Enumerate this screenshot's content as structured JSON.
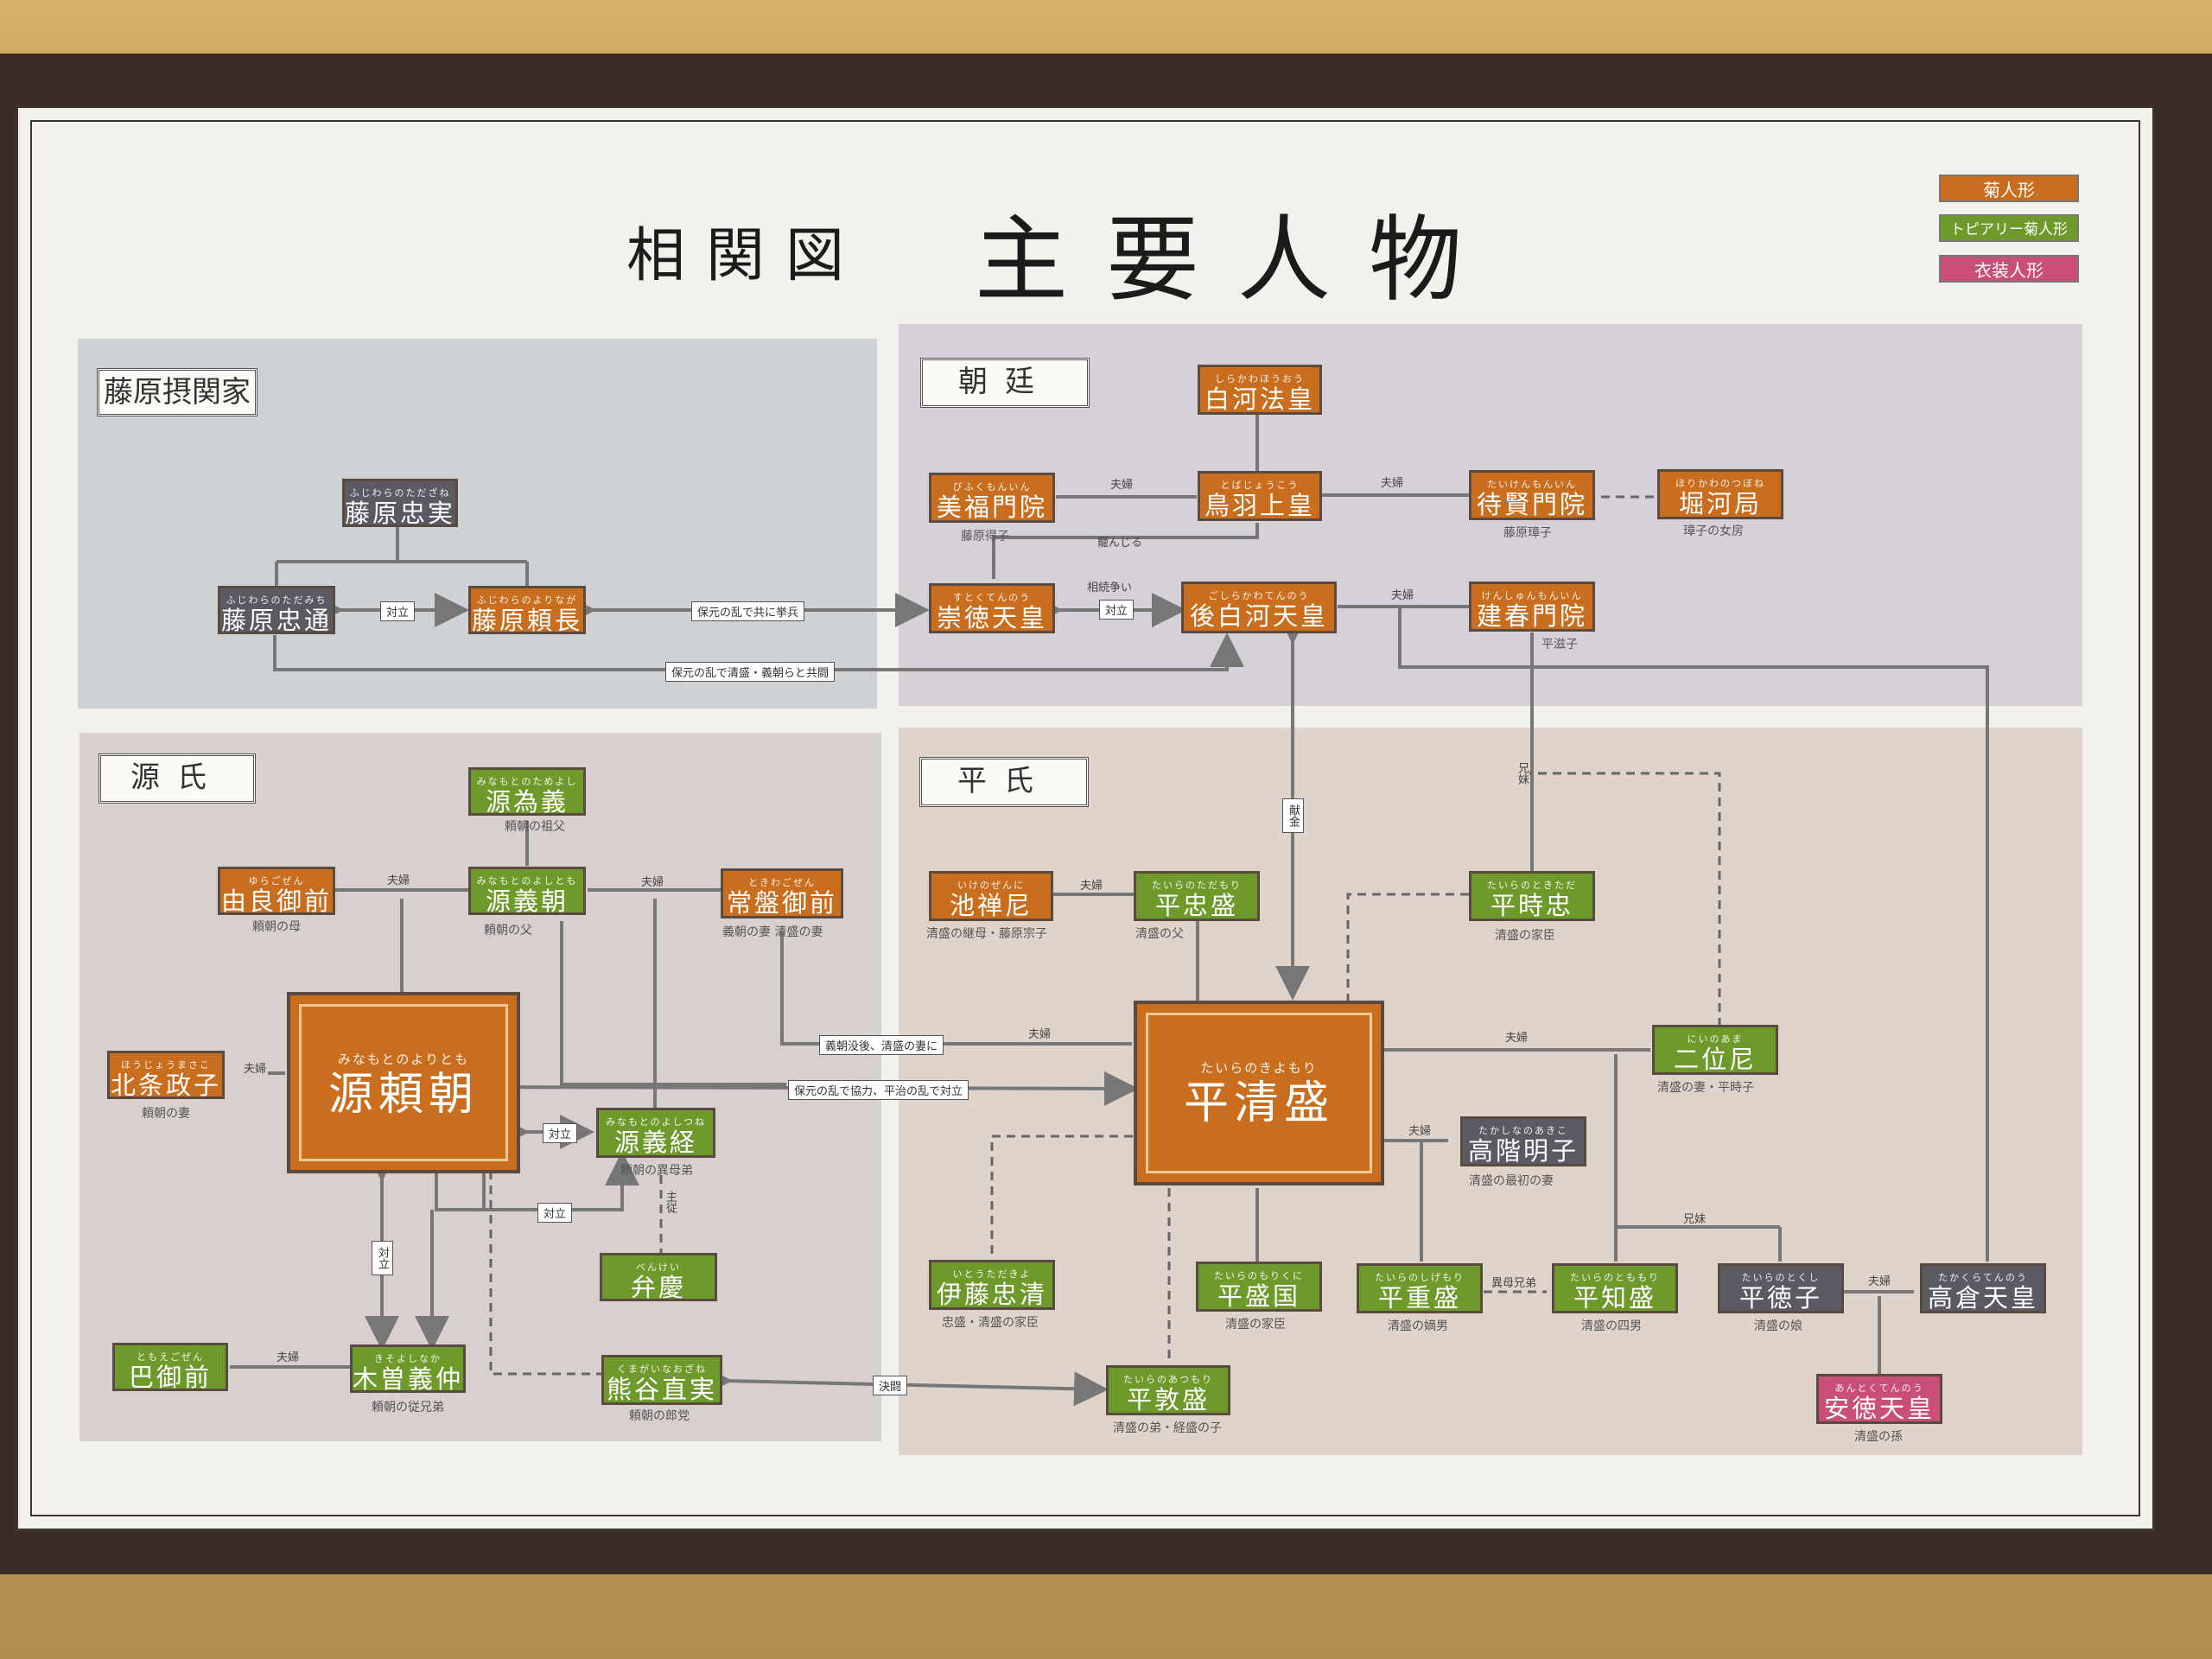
{
  "title": {
    "small": "相関図",
    "main": "主要人物"
  },
  "legend": [
    {
      "label": "菊人形",
      "color": "#c96d1e"
    },
    {
      "label": "トピアリー菊人形",
      "color": "#6e9a2c"
    },
    {
      "label": "衣装人形",
      "color": "#c94f79"
    }
  ],
  "sections": {
    "fujiwara": "藤原摂関家",
    "court": "朝廷",
    "minamoto": "源氏",
    "taira": "平氏"
  },
  "nodes": {
    "tadazane": {
      "ruby": "ふじわらのただざね",
      "name": "藤原忠実"
    },
    "tadamichi": {
      "ruby": "ふじわらのただみち",
      "name": "藤原忠通"
    },
    "yorinaga": {
      "ruby": "ふじわらのよりなが",
      "name": "藤原頼長"
    },
    "shirakawa": {
      "ruby": "しらかわほうおう",
      "name": "白河法皇"
    },
    "bifukumonin": {
      "ruby": "びふくもんいん",
      "name": "美福門院",
      "caption": "藤原得子"
    },
    "toba": {
      "ruby": "とばじょうこう",
      "name": "鳥羽上皇"
    },
    "taikenmonin": {
      "ruby": "たいけんもんいん",
      "name": "待賢門院",
      "caption": "藤原璋子"
    },
    "horikawa": {
      "ruby": "ほりかわのつぼね",
      "name": "堀河局",
      "caption": "璋子の女房"
    },
    "sutoku": {
      "ruby": "すとくてんのう",
      "name": "崇徳天皇"
    },
    "goshirakawa": {
      "ruby": "ごしらかわてんのう",
      "name": "後白河天皇"
    },
    "kenshunmonin": {
      "ruby": "けんしゅんもんいん",
      "name": "建春門院",
      "caption": "平滋子"
    },
    "tametomo": {
      "ruby": "みなもとのためよし",
      "name": "源為義",
      "caption": "頼朝の祖父"
    },
    "yuragozen": {
      "ruby": "ゆらごぜん",
      "name": "由良御前",
      "caption": "頼朝の母"
    },
    "yoshitomo": {
      "ruby": "みなもとのよしとも",
      "name": "源義朝",
      "caption": "頼朝の父"
    },
    "tokiwa": {
      "ruby": "ときわごぜん",
      "name": "常盤御前",
      "caption": "義朝の妻  清盛の妻"
    },
    "yoritomo": {
      "ruby": "みなもとのよりとも",
      "name": "源頼朝"
    },
    "masako": {
      "ruby": "ほうじょうまさこ",
      "name": "北条政子",
      "caption": "頼朝の妻"
    },
    "yoshitsune": {
      "ruby": "みなもとのよしつね",
      "name": "源義経",
      "caption": "頼朝の異母弟"
    },
    "benkei": {
      "ruby": "べんけい",
      "name": "弁慶"
    },
    "tomoe": {
      "ruby": "ともえごぜん",
      "name": "巴御前"
    },
    "yoshinaka": {
      "ruby": "きそよしなか",
      "name": "木曽義仲",
      "caption": "頼朝の従兄弟"
    },
    "kumagai": {
      "ruby": "くまがいなおざね",
      "name": "熊谷直実",
      "caption": "頼朝の郎党"
    },
    "ikenozenni": {
      "ruby": "いけのぜんに",
      "name": "池禅尼",
      "caption": "清盛の継母・藤原宗子"
    },
    "tadamori": {
      "ruby": "たいらのただもり",
      "name": "平忠盛",
      "caption": "清盛の父"
    },
    "tokitada": {
      "ruby": "たいらのときただ",
      "name": "平時忠",
      "caption": "清盛の家臣"
    },
    "kiyomori": {
      "ruby": "たいらのきよもり",
      "name": "平清盛"
    },
    "niinoama": {
      "ruby": "にいのあま",
      "name": "二位尼",
      "caption": "清盛の妻・平時子"
    },
    "akiko": {
      "ruby": "たかしなのあきこ",
      "name": "高階明子",
      "caption": "清盛の最初の妻"
    },
    "tadakiyo": {
      "ruby": "いとうただきよ",
      "name": "伊藤忠清",
      "caption": "忠盛・清盛の家臣"
    },
    "morikuni": {
      "ruby": "たいらのもりくに",
      "name": "平盛国",
      "caption": "清盛の家臣"
    },
    "shigemori": {
      "ruby": "たいらのしげもり",
      "name": "平重盛",
      "caption": "清盛の嫡男"
    },
    "tomomori": {
      "ruby": "たいらのとももり",
      "name": "平知盛",
      "caption": "清盛の四男"
    },
    "tokuko": {
      "ruby": "たいらのとくし",
      "name": "平徳子",
      "caption": "清盛の娘"
    },
    "takakura": {
      "ruby": "たかくらてんのう",
      "name": "高倉天皇"
    },
    "antoku": {
      "ruby": "あんとくてんのう",
      "name": "安徳天皇",
      "caption": "清盛の孫"
    },
    "atsumori": {
      "ruby": "たいらのあつもり",
      "name": "平敦盛",
      "caption": "清盛の弟・経盛の子"
    }
  },
  "relations": {
    "fuufu": "夫婦",
    "tairitsu": "対立",
    "hogen_kyobo": "保元の乱で共に挙兵",
    "hogen_kyoto": "保元の乱で清盛・義朝らと共闘",
    "aiji": "寵んじる",
    "keisho": "相続争い",
    "kenkin": "献金",
    "kyodai": "兄妹",
    "tokiwa_note": "義朝没後、清盛の妻に",
    "hogen_kyoryoku": "保元の乱で協力、平治の乱で対立",
    "shujuu": "主従",
    "ketto": "決闘",
    "ibo": "異母兄弟",
    "kyodai2": "兄妹"
  }
}
